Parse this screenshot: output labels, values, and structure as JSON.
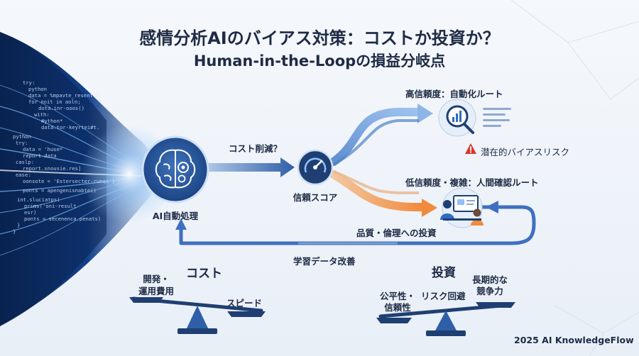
{
  "title": {
    "line1": "感情分析AIのバイアス対策：コストか投資か？",
    "line2": "Human-in-the-Loopの損益分岐点"
  },
  "code_lines": [
    "try:",
    "python",
    "data = %mpavte_resent'}",
    "for noit in aoln;",
    "dota.inr-ooos()",
    "with:",
    "#ython*",
    "data.tor-keyrtei#t.",
    "python",
    "try:",
    "data = 'huse*",
    "report data",
    "caslp:",
    "report.snousie.res]",
    "ease:",
    "oonsote = 'Estersecter-runqs'}",
    "ponts = apengenisnabte()",
    "int.sluciatps(",
    "prims('oni-result",
    "esr)",
    "ponts = secenenca.penats)",
    "}",
    "}"
  ],
  "flow": {
    "ai_label": "AI自動処理",
    "cost_cut_label": "コスト削減？",
    "score_label": "信頼スコア",
    "high_route_label": "高信頼度：自動化ルート",
    "risk_label": "潜在的バイアスリスク",
    "low_route_label": "低信頼度・複雑：人間確認ルート",
    "invest_quality_label": "品質・倫理への投資",
    "feedback_label": "学習データ改善"
  },
  "scale": {
    "cost_title": "コスト",
    "cost_item1": "開発・",
    "cost_item2": "運用費用",
    "cost_speed": "スピード",
    "invest_title": "投資",
    "invest_item1a": "公平性・",
    "invest_item1b": "信頼性",
    "invest_item2": "リスク回避",
    "invest_item3a": "長期的な",
    "invest_item3b": "競争力"
  },
  "footer": "2025 AI KnowledgeFlow",
  "colors": {
    "navy": "#1f3f73",
    "blue": "#2f6bc4",
    "light_blue": "#8fb5e6",
    "orange": "#f08a3c",
    "risk_red": "#d9372b"
  }
}
